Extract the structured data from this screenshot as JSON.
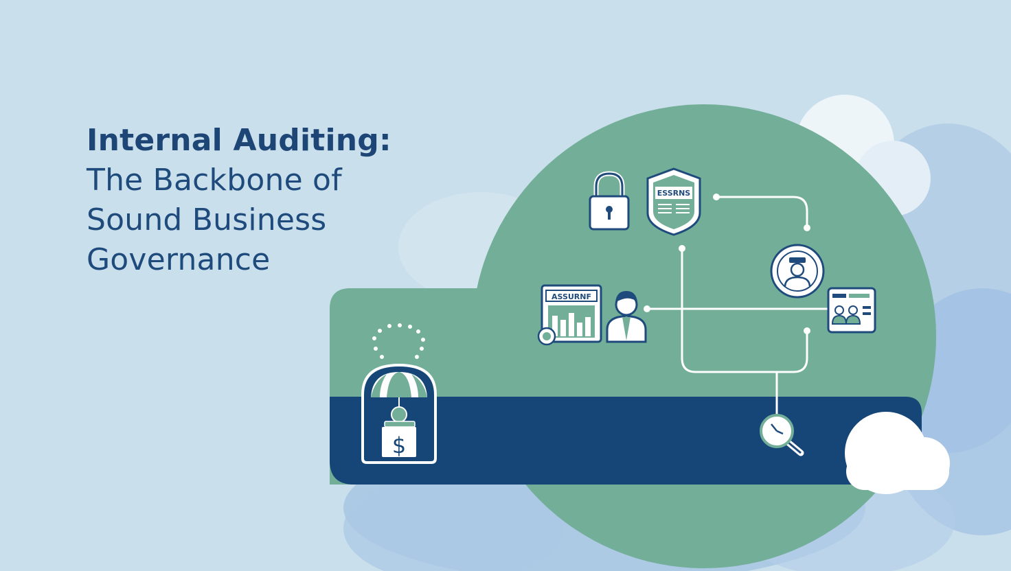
{
  "title": {
    "line1": "Internal Auditing:",
    "line2": "The Backbone of",
    "line3": "Sound Business",
    "line4": "Governance"
  },
  "icons": {
    "certificate_label": "ESSRNS",
    "report_label": "ASSURNF",
    "dollar_glyph": "$"
  },
  "colors": {
    "background": "#c9dfec",
    "title": "#1d4677",
    "green_panel": "#72ae98",
    "navy_band": "#164578",
    "cloud": "#ffffff",
    "shadow_blue": "#9cbfe3"
  }
}
